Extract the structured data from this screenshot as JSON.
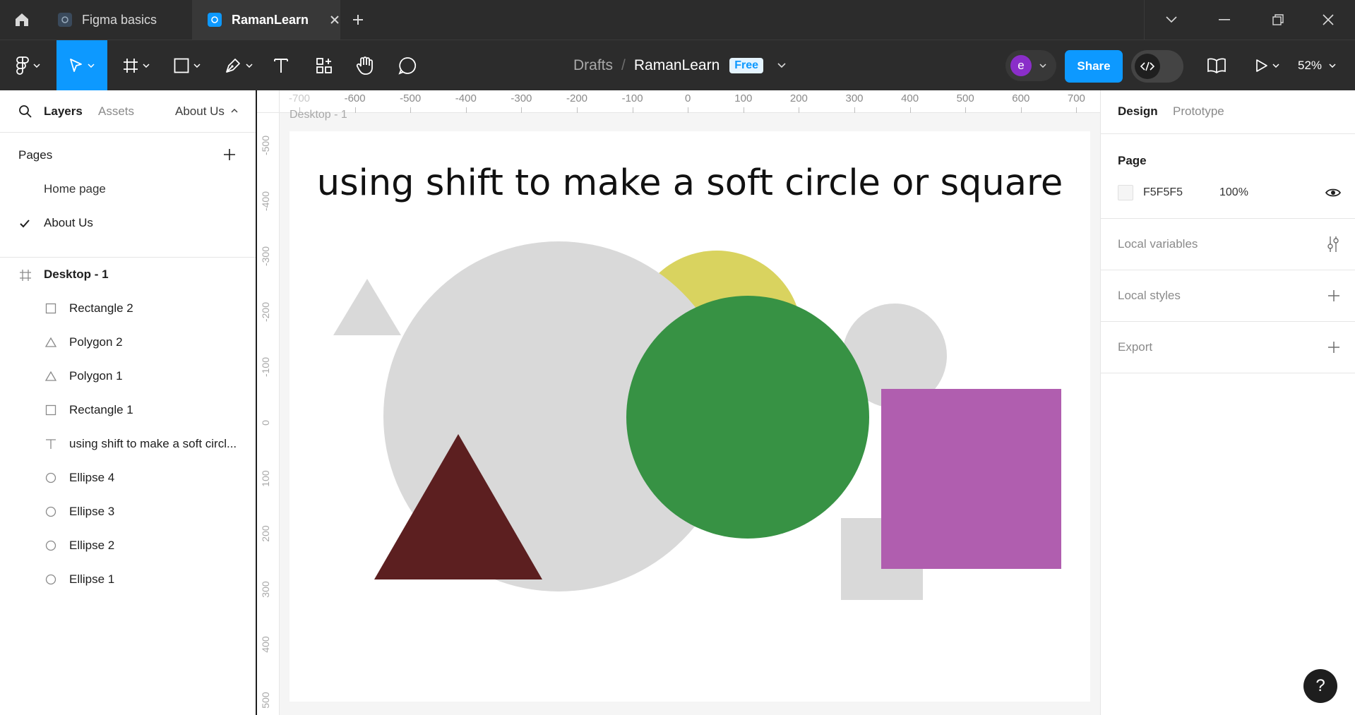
{
  "tabs": [
    {
      "label": "Figma basics",
      "active": false
    },
    {
      "label": "RamanLearn",
      "active": true
    }
  ],
  "breadcrumb": {
    "parent": "Drafts",
    "separator": "/",
    "file": "RamanLearn",
    "plan_badge": "Free"
  },
  "user": {
    "avatar_initial": "e"
  },
  "toolbar": {
    "share_label": "Share",
    "zoom": "52%"
  },
  "left_panel": {
    "tabs": {
      "layers": "Layers",
      "assets": "Assets"
    },
    "current_page": "About Us",
    "pages_title": "Pages",
    "pages": [
      {
        "name": "Home page",
        "selected": false
      },
      {
        "name": "About Us",
        "selected": true
      }
    ],
    "frame_name": "Desktop - 1",
    "layers": [
      {
        "name": "Rectangle 2",
        "icon": "rectangle-icon"
      },
      {
        "name": "Polygon 2",
        "icon": "triangle-icon"
      },
      {
        "name": "Polygon 1",
        "icon": "triangle-icon"
      },
      {
        "name": "Rectangle 1",
        "icon": "rectangle-icon"
      },
      {
        "name": "using shift to make a soft circl...",
        "icon": "text-icon"
      },
      {
        "name": "Ellipse 4",
        "icon": "ellipse-icon"
      },
      {
        "name": "Ellipse 3",
        "icon": "ellipse-icon"
      },
      {
        "name": "Ellipse 2",
        "icon": "ellipse-icon"
      },
      {
        "name": "Ellipse 1",
        "icon": "ellipse-icon"
      }
    ]
  },
  "canvas": {
    "frame_label": "Desktop - 1",
    "heading": "using shift to make a soft circle or square",
    "ruler_top": [
      "-700",
      "-600",
      "-500",
      "-400",
      "-300",
      "-200",
      "-100",
      "0",
      "100",
      "200",
      "300",
      "400",
      "500",
      "600",
      "700"
    ],
    "ruler_left": [
      "-500",
      "-400",
      "-300",
      "-200",
      "-100",
      "0",
      "100",
      "200",
      "300",
      "400",
      "500"
    ],
    "colors": {
      "gray": "#d9d9d9",
      "yellow": "#d9d35f",
      "green": "#379244",
      "purple": "#b05eaf",
      "maroon": "#5c1f20"
    }
  },
  "right_panel": {
    "tabs": {
      "design": "Design",
      "prototype": "Prototype"
    },
    "page_title": "Page",
    "page_color": "F5F5F5",
    "page_opacity": "100%",
    "sections": [
      "Local variables",
      "Local styles",
      "Export"
    ]
  },
  "help_label": "?"
}
